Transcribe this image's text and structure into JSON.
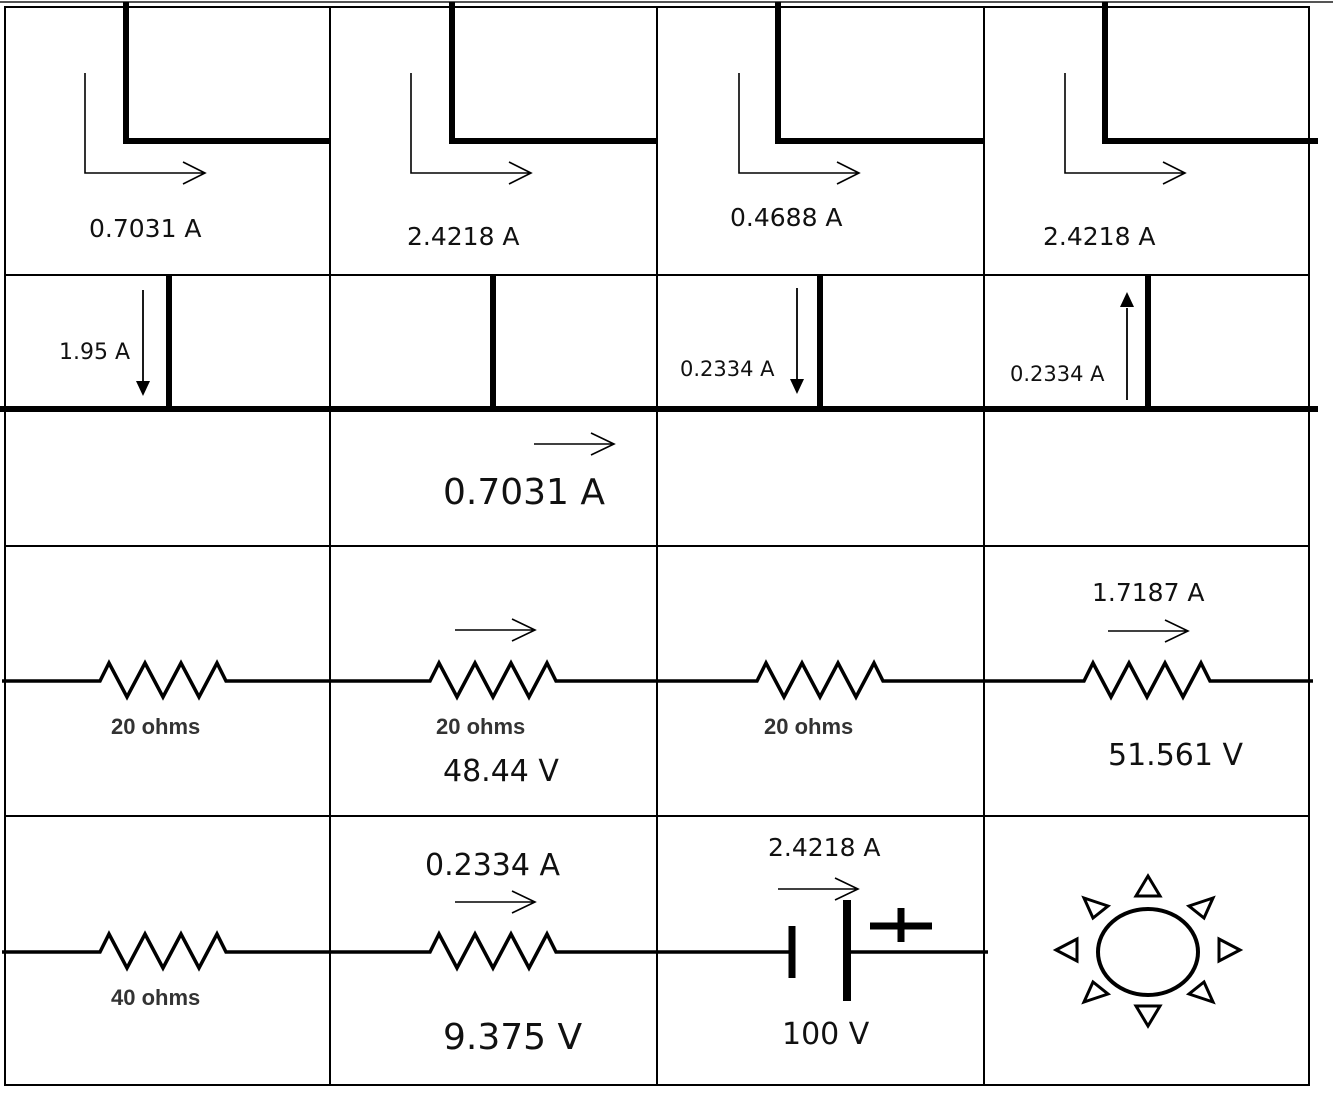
{
  "labels": {
    "r1c1": "0.7031 A",
    "r1c2": "2.4218 A",
    "r1c3": "0.4688 A",
    "r1c4": "2.4218 A",
    "r2c1": "1.95 A",
    "r2c3": "0.2334 A",
    "r2c4": "0.2334 A",
    "r3c2": "0.7031 A",
    "r4c4_current": "1.7187 A",
    "r4c1_res": "20 ohms",
    "r4c2_res": "20 ohms",
    "r4c3_res": "20 ohms",
    "r4c2_volt": "48.44 V",
    "r4c4_volt": "51.561 V",
    "r5c1_res": "40 ohms",
    "r5c2_current": "0.2334 A",
    "r5c2_volt": "9.375 V",
    "r5c3_current": "2.4218 A",
    "r5c3_volt": "100 V"
  },
  "icons": {
    "battery": "battery-icon",
    "bulb": "light-bulb-icon",
    "resistor": "resistor-icon"
  },
  "colors": {
    "line": "#000000",
    "grid": "#000000",
    "text": "#111111"
  }
}
